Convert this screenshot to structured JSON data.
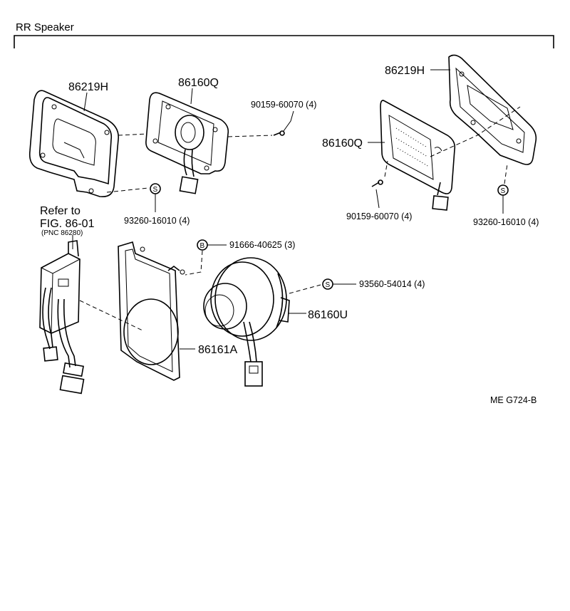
{
  "title": "RR Speaker",
  "labels": {
    "p86219H_left": "86219H",
    "p86160Q_left": "86160Q",
    "p90159_left": "90159-60070 (4)",
    "p93260_left": "93260-16010 (4)",
    "p86219H_right": "86219H",
    "p86160Q_right": "86160Q",
    "p90159_right": "90159-60070 (4)",
    "p93260_right": "93260-16010 (4)",
    "refer_line1": "Refer to",
    "refer_line2": "FIG. 86-01",
    "refer_line3": "(PNC 86280)",
    "p91666": "91666-40625 (3)",
    "p93560": "93560-54014 (4)",
    "p86160U": "86160U",
    "p86161A": "86161A",
    "footer_code": "ME  G724-B"
  },
  "callouts": {
    "s_symbol": "S",
    "b_symbol": "B"
  }
}
